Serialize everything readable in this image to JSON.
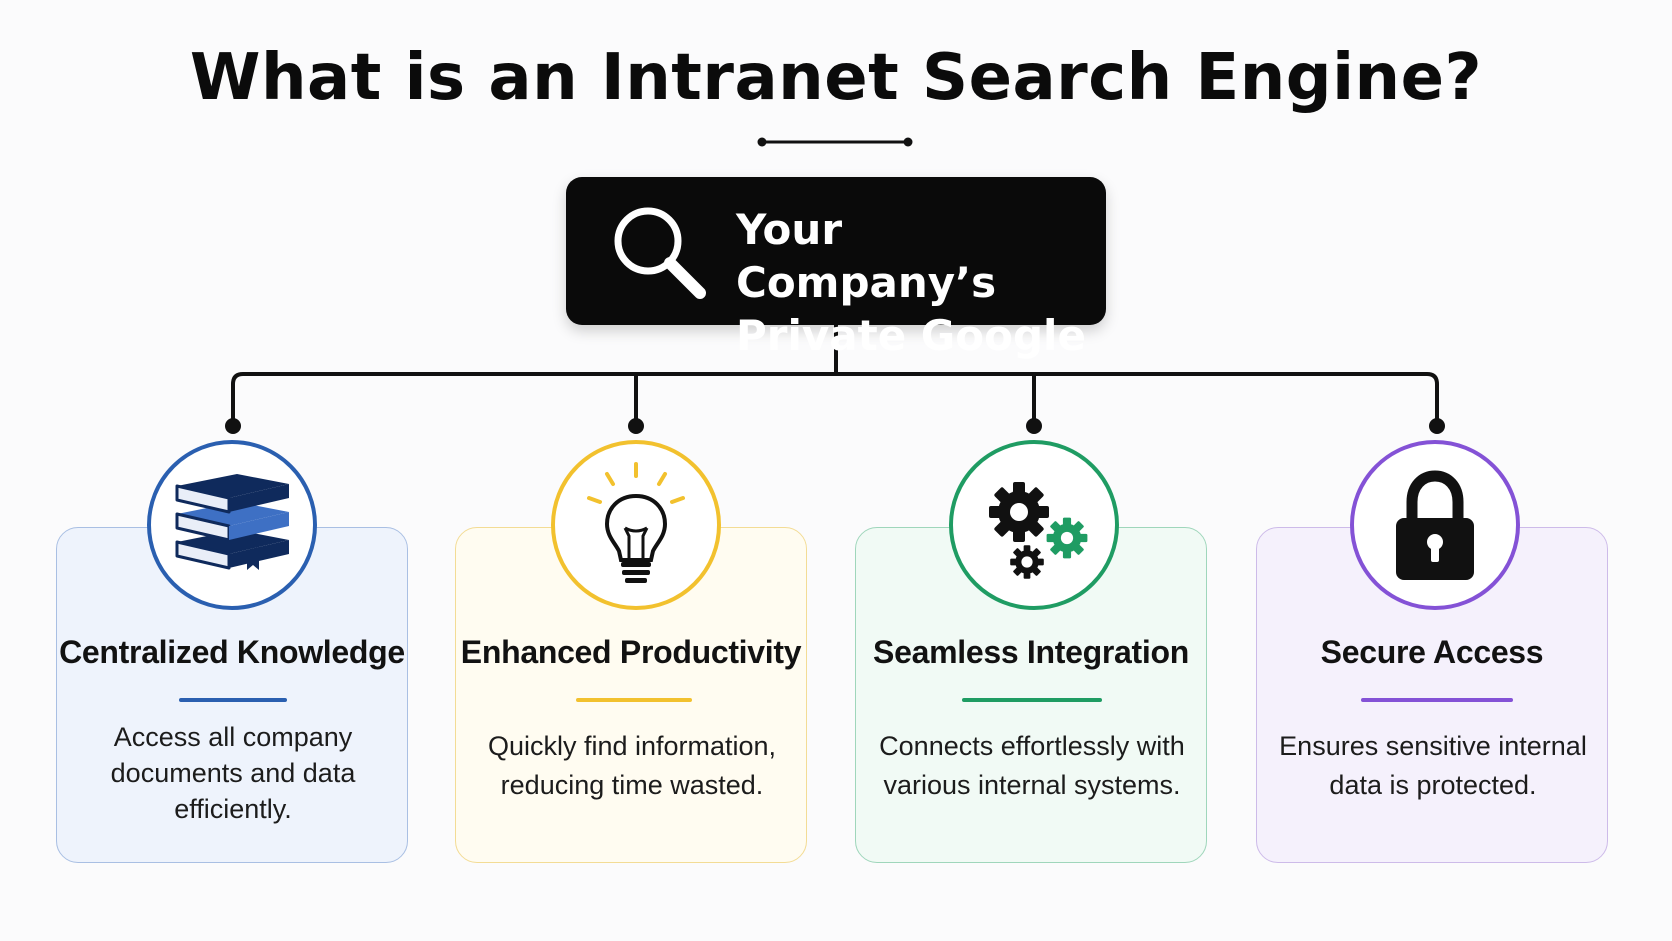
{
  "title": "What is an Intranet Search Engine?",
  "hero": {
    "line1": "Your Company’s",
    "line2": "Private Google",
    "icon": "magnifier-icon"
  },
  "cards": [
    {
      "title": "Centralized Knowledge",
      "desc_lines": [
        "Access all company",
        "documents and data",
        "efficiently."
      ],
      "icon": "books-icon",
      "accent": "#2a5fb0",
      "tint": "#eef3fc",
      "border": "#a9bfe3"
    },
    {
      "title": "Enhanced Productivity",
      "desc_lines": [
        "Quickly find information,",
        "reducing time wasted."
      ],
      "icon": "lightbulb-icon",
      "accent": "#f2c12e",
      "tint": "#fffcf1",
      "border": "#f3dc95"
    },
    {
      "title": "Seamless Integration",
      "desc_lines": [
        "Connects effortlessly with",
        "various internal systems."
      ],
      "icon": "gears-icon",
      "accent": "#1f9c63",
      "tint": "#f1faf5",
      "border": "#9fd6bb"
    },
    {
      "title": "Secure Access",
      "desc_lines": [
        "Ensures sensitive internal",
        "data is protected."
      ],
      "icon": "padlock-icon",
      "accent": "#8452d6",
      "tint": "#f5f1fc",
      "border": "#cdbbe9"
    }
  ]
}
